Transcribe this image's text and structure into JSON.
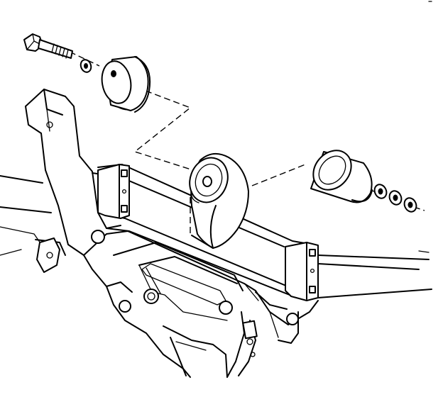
{
  "diagram": {
    "parts": [
      {
        "id": "bolt",
        "icon": "bolt-icon"
      },
      {
        "id": "washer",
        "icon": "washer-icon"
      },
      {
        "id": "upper-insulator",
        "icon": "insulator-icon"
      },
      {
        "id": "mount-bushing",
        "icon": "bushing-icon"
      },
      {
        "id": "lower-spacer",
        "icon": "spacer-icon"
      },
      {
        "id": "nut-1",
        "icon": "nut-icon"
      },
      {
        "id": "nut-2",
        "icon": "nut-icon"
      },
      {
        "id": "nut-3",
        "icon": "nut-icon"
      },
      {
        "id": "frame",
        "icon": "frame-icon"
      }
    ],
    "colors": {
      "line": "#000000",
      "background": "#ffffff"
    }
  }
}
